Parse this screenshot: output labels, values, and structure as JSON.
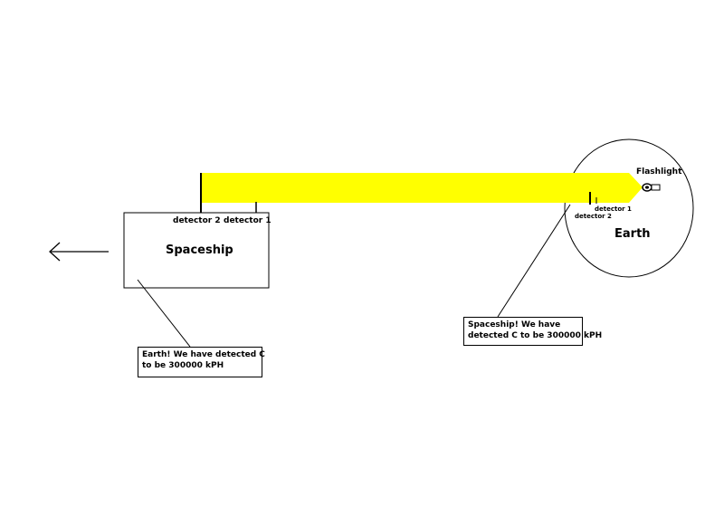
{
  "colors": {
    "beam": "#ffff00",
    "stroke": "#000000",
    "background": "#ffffff"
  },
  "icons": {
    "direction_arrow": "left-arrow-icon",
    "flashlight": "flashlight-icon"
  },
  "spaceship": {
    "label": "Spaceship",
    "detector_2_label": "detector 2",
    "detector_1_label": "detector 1",
    "message_line1": "Earth! We have detected C",
    "message_line2": "to be 300000 kPH"
  },
  "earth": {
    "label": "Earth",
    "flashlight_label": "Flashlight",
    "detector_1_label": "detector 1",
    "detector_2_label": "detector 2",
    "message_line1": "Spaceship! We have",
    "message_line2": "detected C to be 300000 kPH"
  }
}
